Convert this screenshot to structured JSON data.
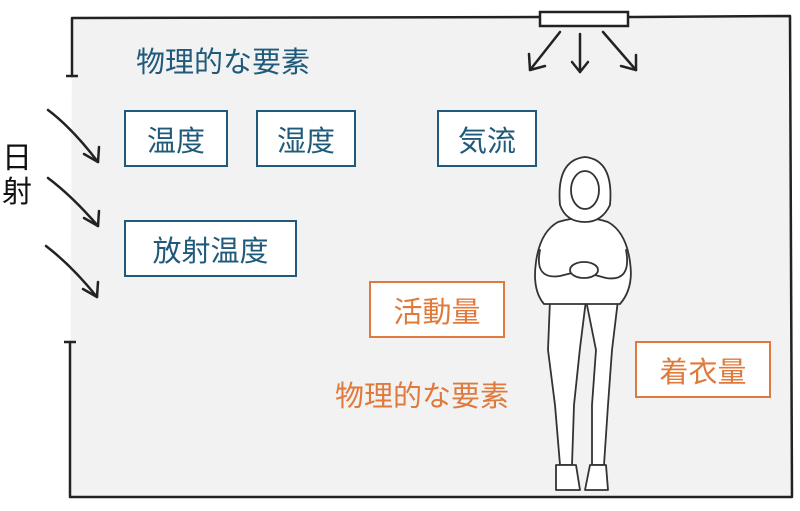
{
  "colors": {
    "physical": "#1f5a7a",
    "human": "#e07a3c",
    "room_fill": "#f2f2f2",
    "line": "#222222"
  },
  "physical_group": {
    "title": "物理的な要素",
    "items": [
      "温度",
      "湿度",
      "気流",
      "放射温度"
    ]
  },
  "human_group": {
    "title": "物理的な要素",
    "items": [
      "活動量",
      "着衣量"
    ]
  },
  "sunlight": {
    "label_chars": [
      "日",
      "射"
    ]
  },
  "icons": [
    "ceiling-vent-icon",
    "airflow-arrow-icon",
    "sun-ray-arrow-icon",
    "standing-person-icon"
  ]
}
